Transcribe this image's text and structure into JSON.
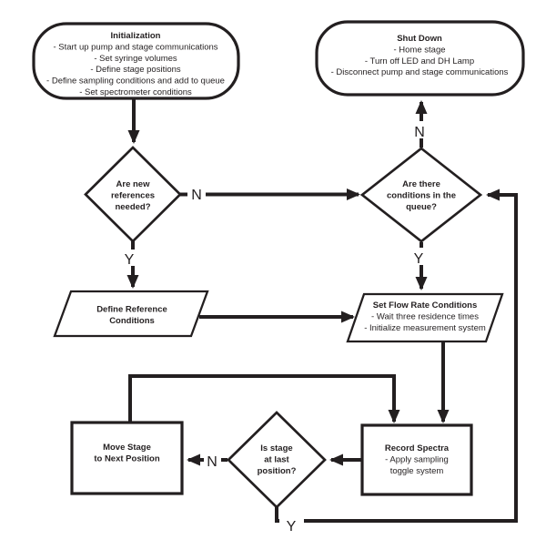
{
  "colors": {
    "ink": "#231f20",
    "background": "#ffffff"
  },
  "nodes": {
    "initialization": {
      "title": "Initialization",
      "lines": [
        "- Start up pump and stage communications",
        "- Set syringe volumes",
        "- Define stage positions",
        "- Define sampling conditions and add to queue",
        "- Set spectrometer conditions"
      ]
    },
    "shut_down": {
      "title": "Shut Down",
      "lines": [
        "- Home stage",
        "- Turn off LED and DH Lamp",
        "- Disconnect pump and stage communications"
      ]
    },
    "new_references": {
      "lines": [
        "Are new",
        "references",
        "needed?"
      ]
    },
    "queue_conditions": {
      "lines": [
        "Are there",
        "conditions in the",
        "queue?"
      ]
    },
    "define_reference": {
      "lines": [
        "Define Reference",
        "Conditions"
      ]
    },
    "set_flow_rate": {
      "title": "Set Flow Rate Conditions",
      "lines": [
        "- Wait three residence times",
        "- Initialize measurement system"
      ]
    },
    "move_stage": {
      "lines": [
        "Move Stage",
        "to Next Position"
      ]
    },
    "last_position": {
      "lines": [
        "Is stage",
        "at last",
        "position?"
      ]
    },
    "record_spectra": {
      "title": "Record Spectra",
      "lines": [
        "- Apply sampling",
        "toggle system"
      ]
    }
  },
  "labels": {
    "references_no": "N",
    "references_yes": "Y",
    "queue_no": "N",
    "queue_yes": "Y",
    "last_position_no": "N",
    "last_position_yes": "Y"
  }
}
